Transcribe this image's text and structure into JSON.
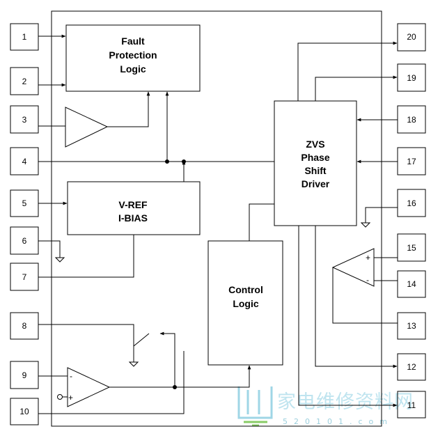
{
  "pins_left": [
    "1",
    "2",
    "3",
    "4",
    "5",
    "6",
    "7",
    "8",
    "9",
    "10"
  ],
  "pins_right": [
    "20",
    "19",
    "18",
    "17",
    "16",
    "15",
    "14",
    "13",
    "12",
    "11"
  ],
  "blocks": {
    "fault": [
      "Fault",
      "Protection",
      "Logic"
    ],
    "vref": [
      "V-REF",
      "I-BIAS"
    ],
    "control": [
      "Control",
      "Logic"
    ],
    "zvs": [
      "ZVS",
      "Phase",
      "Shift",
      "Driver"
    ]
  },
  "opamp": {
    "left_minus": "-",
    "left_plus": "+",
    "right_plus": "+",
    "right_minus": "-"
  },
  "watermark": {
    "cn_text": "家电维修资料网",
    "url_text": "520101.com"
  }
}
